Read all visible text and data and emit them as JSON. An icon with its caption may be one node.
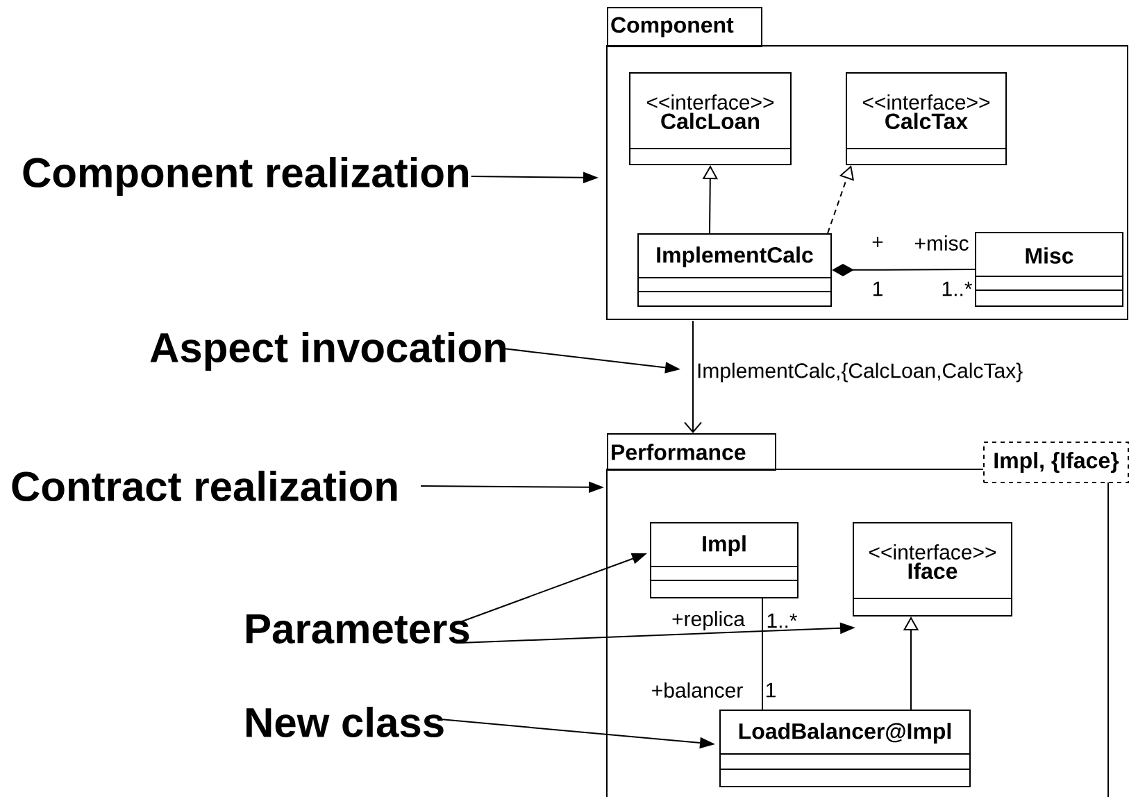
{
  "diagram": {
    "nodes": [
      {
        "text": [
          "Component"
        ]
      },
      {
        "text": [
          "<<interface>>",
          "CalcLoan"
        ],
        "in": 0
      },
      {
        "text": [
          "<<interface>>",
          "CalcTax"
        ],
        "in": 0
      },
      {
        "text": [
          "ImplementCalc"
        ],
        "in": 0
      },
      {
        "text": [
          "Misc"
        ],
        "in": 0
      },
      {
        "text": [
          "Performance"
        ]
      },
      {
        "text": [
          "Impl, {Iface}"
        ]
      },
      {
        "text": [
          "Impl"
        ],
        "in": 5
      },
      {
        "text": [
          "<<interface>>",
          "Iface"
        ],
        "in": 5
      },
      {
        "text": [
          "LoadBalancer@Impl"
        ],
        "in": 5
      },
      {
        "text": [
          "Component realization"
        ]
      },
      {
        "text": [
          "Aspect invocation"
        ]
      },
      {
        "text": [
          "Contract realization"
        ]
      },
      {
        "text": [
          "Parameters"
        ]
      },
      {
        "text": [
          "New class"
        ]
      }
    ],
    "edges": [
      {
        "from": 10,
        "to": 0,
        "arrow": "to"
      },
      {
        "from": 3,
        "to": 1,
        "arrow": "to"
      },
      {
        "from": 3,
        "to": 2,
        "arrow": "to",
        "style": "dashed"
      },
      {
        "from": 3,
        "to": 4,
        "arrow": "other"
      },
      {
        "from": 11,
        "to": null,
        "arrow": "to"
      },
      {
        "from": 0,
        "to": 5,
        "arrow": "to",
        "label": "ImplementCalc,{CalcLoan,CalcTax}"
      },
      {
        "from": 12,
        "to": 5,
        "arrow": "to"
      },
      {
        "from": 13,
        "to": 7,
        "arrow": "to"
      },
      {
        "from": 13,
        "to": 8,
        "arrow": "to"
      },
      {
        "from": 7,
        "to": 9,
        "arrow": "none"
      },
      {
        "from": 9,
        "to": 8,
        "arrow": "to"
      },
      {
        "from": 14,
        "to": 9,
        "arrow": "to"
      }
    ],
    "labels": [
      "+",
      "+misc",
      "1",
      "1..*",
      "+replica",
      "1..*",
      "+balancer",
      "1"
    ]
  }
}
